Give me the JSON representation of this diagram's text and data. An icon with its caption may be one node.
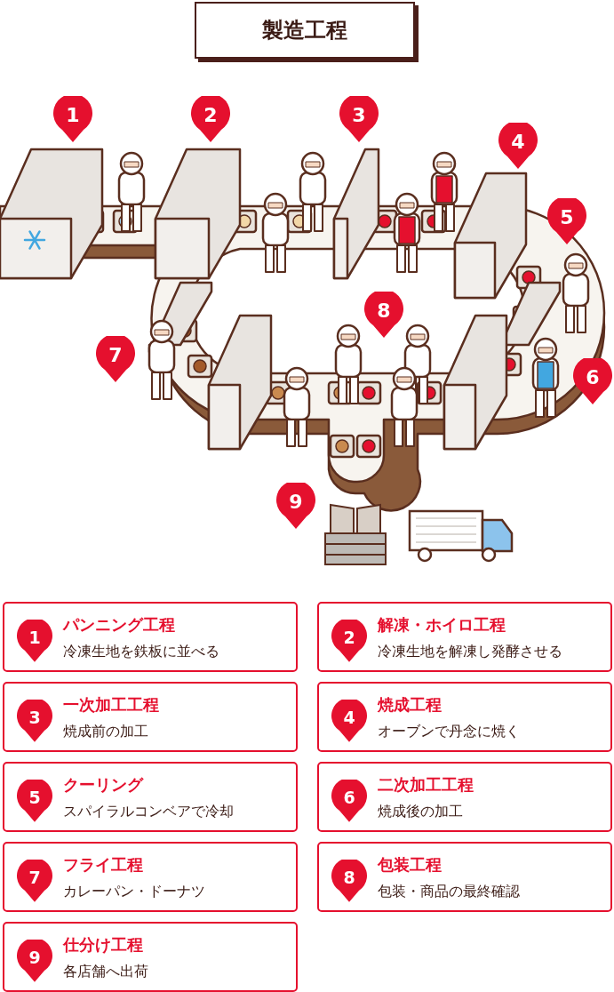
{
  "diagram": {
    "title": "製造工程",
    "nodes": [
      {
        "text": [
          "1",
          "パンニング工程",
          "冷凍生地を鉄板に並べる"
        ]
      },
      {
        "text": [
          "2",
          "解凍・ホイロ工程",
          "冷凍生地を解凍し発酵させる"
        ]
      },
      {
        "text": [
          "3",
          "一次加工工程",
          "焼成前の加工"
        ]
      },
      {
        "text": [
          "4",
          "焼成工程",
          "オーブンで丹念に焼く"
        ]
      },
      {
        "text": [
          "5",
          "クーリング",
          "スパイラルコンベアで冷却"
        ]
      },
      {
        "text": [
          "6",
          "二次加工工程",
          "焼成後の加工"
        ]
      },
      {
        "text": [
          "7",
          "フライ工程",
          "カレーパン・ドーナツ"
        ]
      },
      {
        "text": [
          "8",
          "包装工程",
          "包装・商品の最終確認"
        ]
      },
      {
        "text": [
          "9",
          "仕分け工程",
          "各店舗へ出荷"
        ]
      }
    ],
    "labels": [
      "1",
      "2",
      "3",
      "4",
      "5",
      "8",
      "7",
      "6",
      "9"
    ]
  }
}
